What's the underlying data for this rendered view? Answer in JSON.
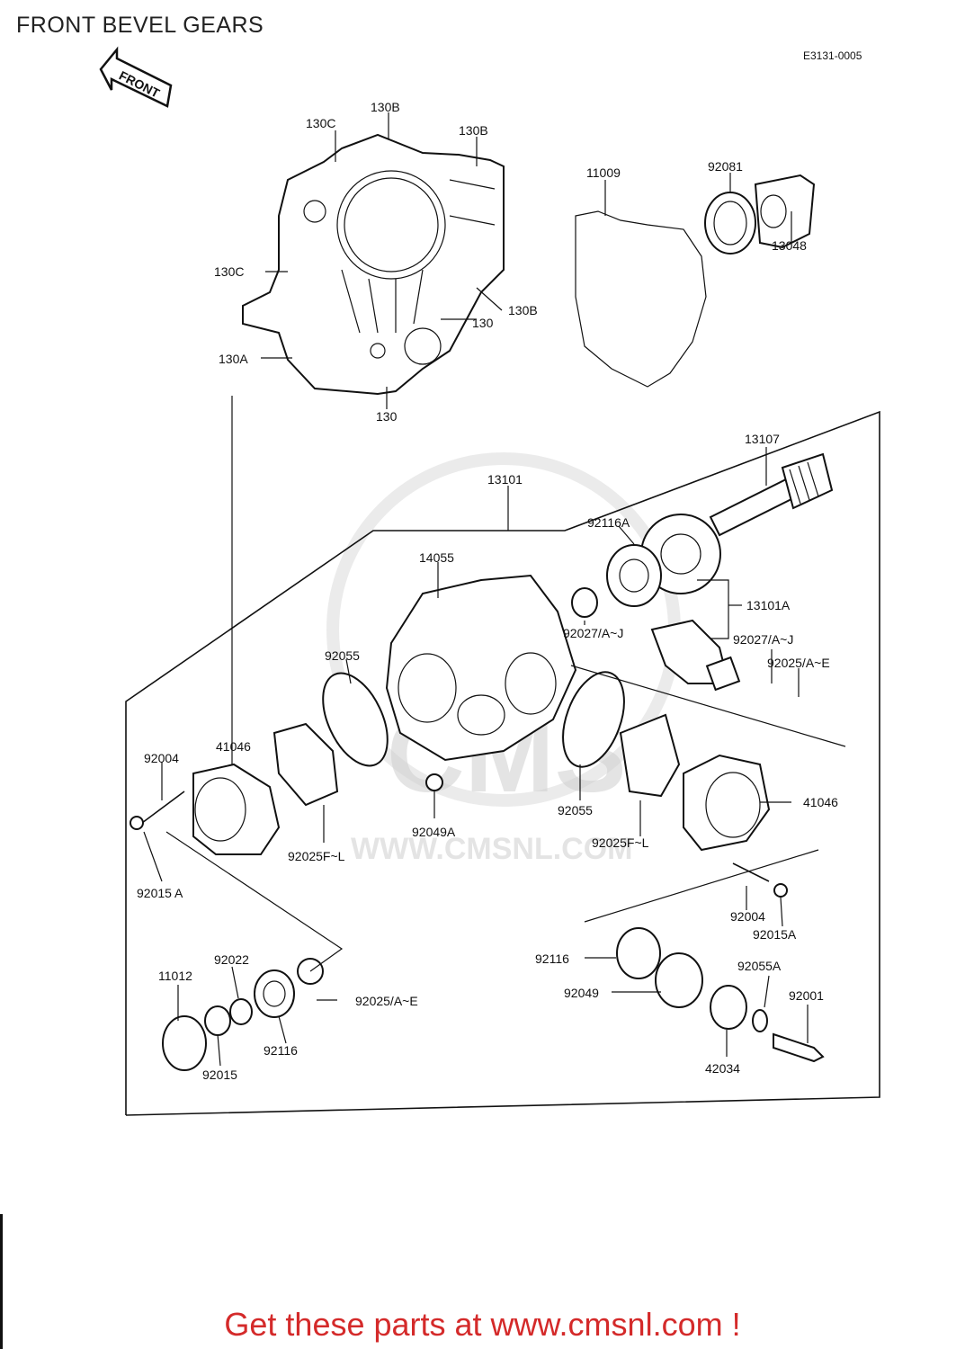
{
  "title": "FRONT BEVEL GEARS",
  "diagram_code": "E3131-0005",
  "front_arrow_label": "FRONT",
  "watermark": {
    "logo": "CMS",
    "url": "WWW.CMSNL.COM"
  },
  "footer": "Get these parts at www.cmsnl.com !",
  "part_labels": {
    "p130C_top": "130C",
    "p130B_top": "130B",
    "p130B_right1": "130B",
    "p130C_left": "130C",
    "p130B_right2": "130B",
    "p130_mid": "130",
    "p130A": "130A",
    "p130_bottom": "130",
    "p11009": "11009",
    "p92081": "92081",
    "p13048": "13048",
    "p13107": "13107",
    "p13101": "13101",
    "p92116A": "92116A",
    "p14055": "14055",
    "p13101A": "13101A",
    "p92027_left": "92027/A~J",
    "p92027_right": "92027/A~J",
    "p92025AE_upper": "92025/A~E",
    "p92055_left": "92055",
    "p41046_left": "41046",
    "p92004_left": "92004",
    "p92015A_left": "92015 A",
    "p92025FL_left": "92025F~L",
    "p92049A": "92049A",
    "p92055_right": "92055",
    "p92025FL_right": "92025F~L",
    "p41046_right": "41046",
    "p92004_right": "92004",
    "p92015A_right": "92015A",
    "p92116_right": "92116",
    "p92049": "92049",
    "p92055A": "92055A",
    "p92001": "92001",
    "p42034": "42034",
    "p11012": "11012",
    "p92022": "92022",
    "p92025AE_lower": "92025/A~E",
    "p92015": "92015",
    "p92116_lower": "92116"
  }
}
